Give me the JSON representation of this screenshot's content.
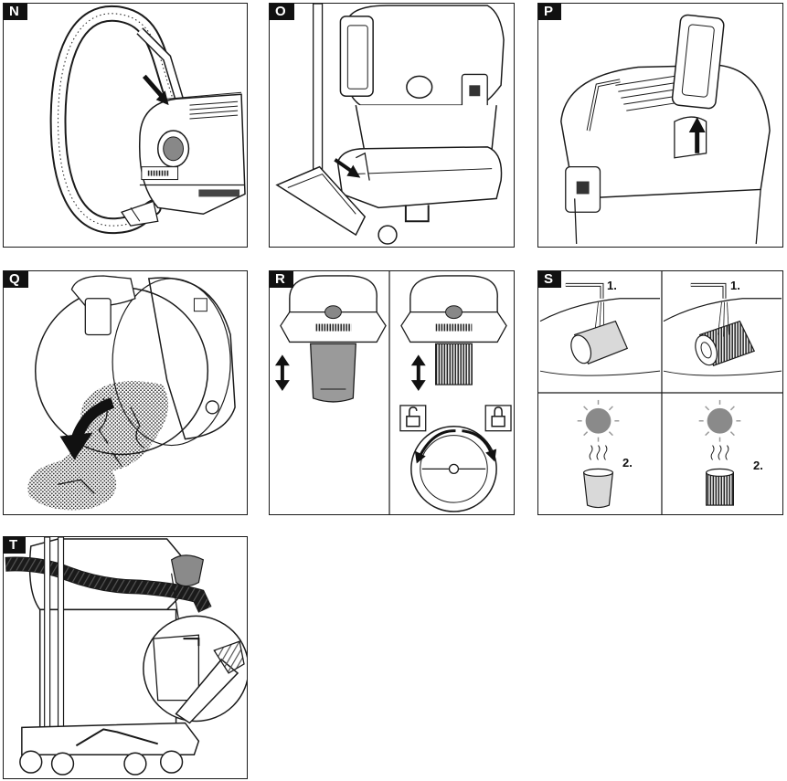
{
  "panels": {
    "n": {
      "letter": "N"
    },
    "o": {
      "letter": "O"
    },
    "p": {
      "letter": "P"
    },
    "q": {
      "letter": "Q"
    },
    "r": {
      "letter": "R",
      "icons": {
        "unlock": "unlocked-padlock-icon",
        "lock": "locked-padlock-icon"
      }
    },
    "s": {
      "letter": "S",
      "step1": "1.",
      "step2": "2.",
      "icons": {
        "sun": "sun-icon",
        "heat": "heat-waves-icon"
      }
    },
    "t": {
      "letter": "T"
    }
  },
  "colors": {
    "line": "#1a1a1a",
    "gray_fill": "#9a9a9a",
    "light_fill": "#d9d9d9",
    "background": "#ffffff"
  }
}
